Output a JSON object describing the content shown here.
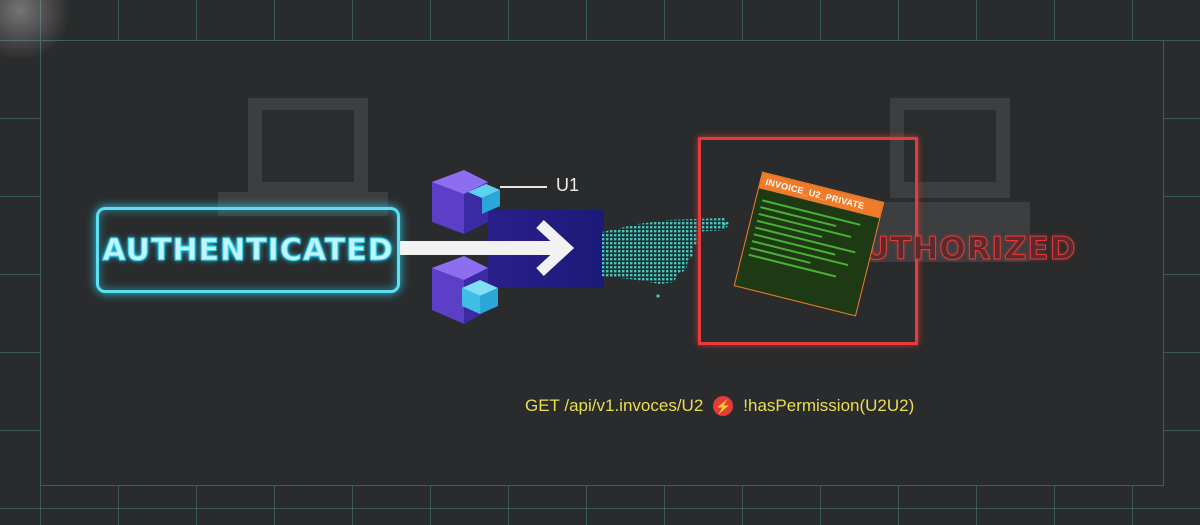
{
  "authenticated_label": "AUTHENTICATED",
  "user_label": "U1",
  "document_title": "INVOICE_U2_PRIVATE",
  "authorized_label": "AUTHORIZED",
  "request": {
    "endpoint": "GET /api/v1.invoces/U2",
    "check": "!hasPermission(U2U2)",
    "bolt_icon": "lightning-icon"
  },
  "colors": {
    "authenticated_neon": "#5fe0f2",
    "authorized_red": "#e43c3c",
    "request_text": "#e8df52",
    "document_header": "#f07b2a",
    "document_text": "#49b235",
    "grid": "#46827d"
  }
}
